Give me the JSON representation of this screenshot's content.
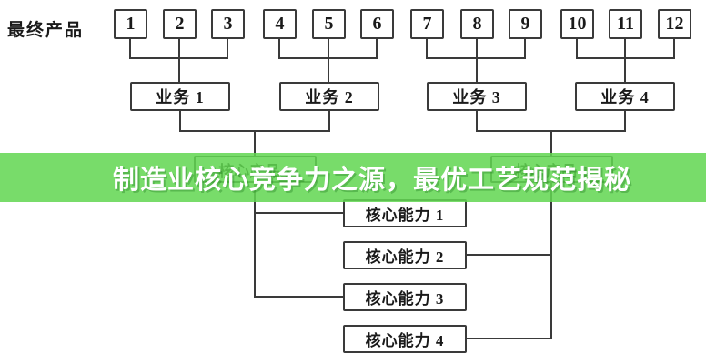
{
  "banner": {
    "text": "制造业核心竞争力之源，最优工艺规范揭秘",
    "background_color": "#62d652",
    "text_color": "#ffffff"
  },
  "diagram": {
    "row_label": "最终产品",
    "final_products": [
      "1",
      "2",
      "3",
      "4",
      "5",
      "6",
      "7",
      "8",
      "9",
      "10",
      "11",
      "12"
    ],
    "businesses": [
      "业务 1",
      "业务 2",
      "业务 3",
      "业务 4"
    ],
    "core_products": [
      "核心产品 1",
      "核心产品 2"
    ],
    "core_competences": [
      "核心能力 1",
      "核心能力 2",
      "核心能力 3",
      "核心能力 4"
    ],
    "line_color": "#3a3a3a"
  }
}
